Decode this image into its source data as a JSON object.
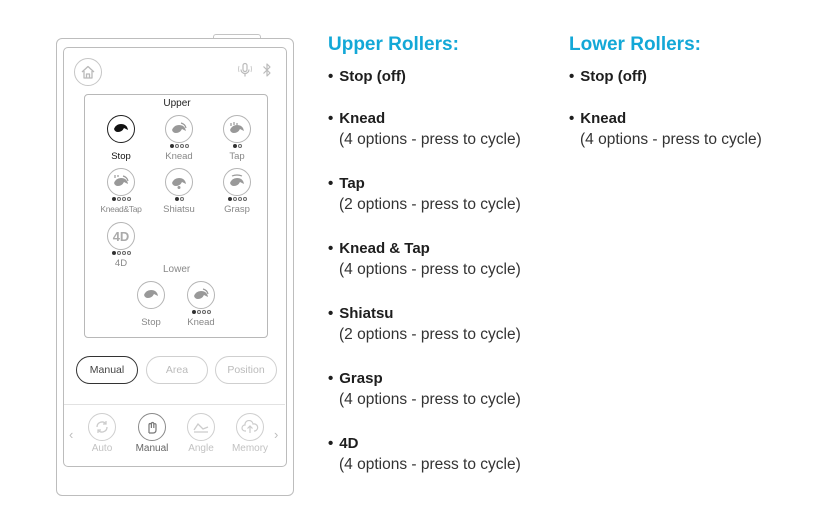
{
  "remote": {
    "panel": {
      "upper_label": "Upper",
      "lower_label": "Lower",
      "upper_modes": [
        {
          "label": "Stop",
          "dots": 0,
          "selected": 0,
          "icon": "stop-icon"
        },
        {
          "label": "Knead",
          "dots": 4,
          "selected": 1,
          "icon": "knead-icon"
        },
        {
          "label": "Tap",
          "dots": 2,
          "selected": 1,
          "icon": "tap-icon"
        },
        {
          "label": "Knead&Tap",
          "dots": 4,
          "selected": 1,
          "icon": "knead-tap-icon"
        },
        {
          "label": "Shiatsu",
          "dots": 2,
          "selected": 1,
          "icon": "shiatsu-icon"
        },
        {
          "label": "Grasp",
          "dots": 4,
          "selected": 1,
          "icon": "grasp-icon"
        },
        {
          "label": "4D",
          "dots": 4,
          "selected": 1,
          "icon": "4d-icon"
        }
      ],
      "lower_modes": [
        {
          "label": "Stop",
          "dots": 0,
          "selected": 0,
          "icon": "stop-icon"
        },
        {
          "label": "Knead",
          "dots": 4,
          "selected": 1,
          "icon": "knead-icon"
        }
      ],
      "icon_4d_text": "4D"
    },
    "tabs": [
      "Manual",
      "Area",
      "Position"
    ],
    "nav": {
      "items": [
        {
          "label": "Auto",
          "icon": "auto-icon"
        },
        {
          "label": "Manual",
          "icon": "hand-icon"
        },
        {
          "label": "Angle",
          "icon": "angle-icon"
        },
        {
          "label": "Memory",
          "icon": "cloud-upload-icon"
        }
      ],
      "prev_arrow": "‹",
      "next_arrow": "›"
    },
    "status_icons": [
      "microphone-icon",
      "bluetooth-icon"
    ],
    "active_tab": "Manual",
    "active_nav": "Manual"
  },
  "upper_column": {
    "heading": "Upper Rollers:",
    "items": [
      {
        "title": "Stop (off)",
        "desc": ""
      },
      {
        "title": "Knead",
        "desc": "(4 options - press to cycle)"
      },
      {
        "title": "Tap",
        "desc": "(2 options - press to cycle)"
      },
      {
        "title": "Knead & Tap",
        "desc": "(4 options - press to cycle)"
      },
      {
        "title": "Shiatsu",
        "desc": "(2 options - press to cycle)"
      },
      {
        "title": "Grasp",
        "desc": "(4 options - press to cycle)"
      },
      {
        "title": "4D",
        "desc": "(4 options - press to cycle)"
      }
    ]
  },
  "lower_column": {
    "heading": "Lower Rollers:",
    "items": [
      {
        "title": "Stop (off)",
        "desc": ""
      },
      {
        "title": "Knead",
        "desc": "(4 options - press to cycle)"
      }
    ]
  },
  "colors": {
    "heading": "#13a8d7",
    "border": "#bdbdbd",
    "selected": "#222222"
  }
}
